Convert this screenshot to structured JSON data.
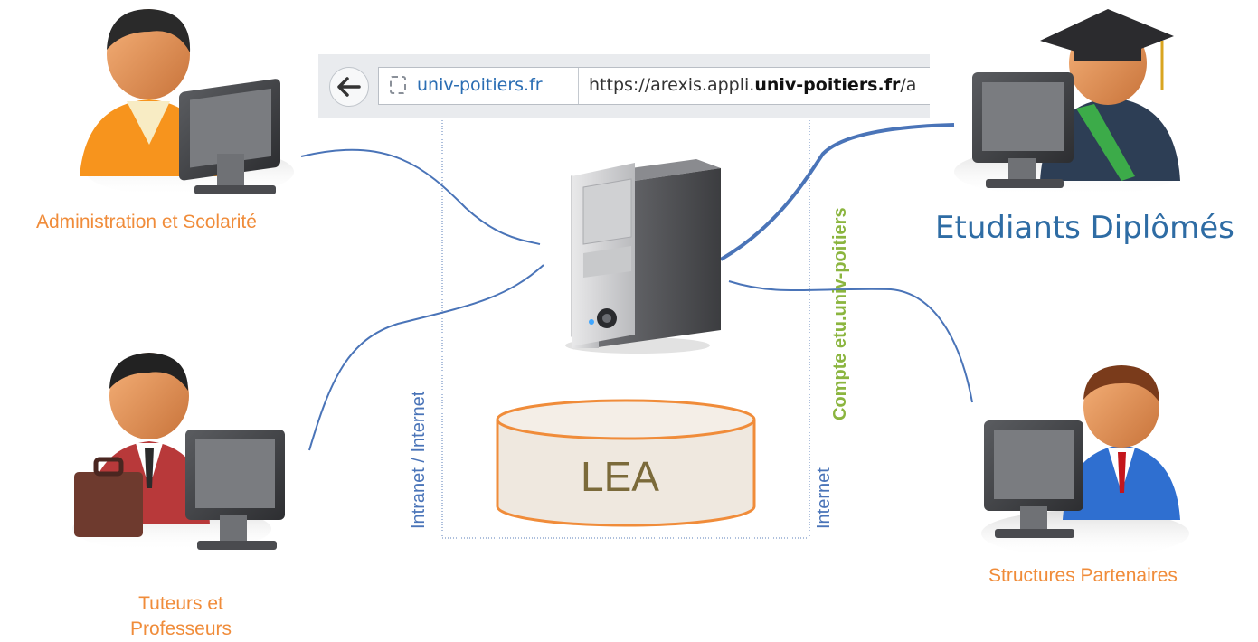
{
  "browser": {
    "site_name": "univ-poitiers.fr",
    "url_prefix": "https://arexis.appli.",
    "url_domain": "univ-poitiers.fr",
    "url_suffix": "/a"
  },
  "actors": {
    "administration": "Administration et Scolarité",
    "tuteurs_line1": "Tuteurs et",
    "tuteurs_line2": "Professeurs",
    "etudiants": "Etudiants Diplômés",
    "structures": "Structures Partenaires"
  },
  "zones": {
    "intranet_internet": "Intranet / Internet",
    "compte": "Compte etu.univ-poitiers",
    "internet": "Internet"
  },
  "database": {
    "label": "LEA"
  },
  "colors": {
    "actor_label": "#f08c3a",
    "etudiants_label": "#2e6ca4",
    "zone_label": "#4a74b8",
    "compte_label": "#8bb53f",
    "connector": "#4a74b8",
    "database_stroke": "#f08c3a",
    "database_fill": "#efe8df",
    "database_text": "#7b6a3a"
  }
}
